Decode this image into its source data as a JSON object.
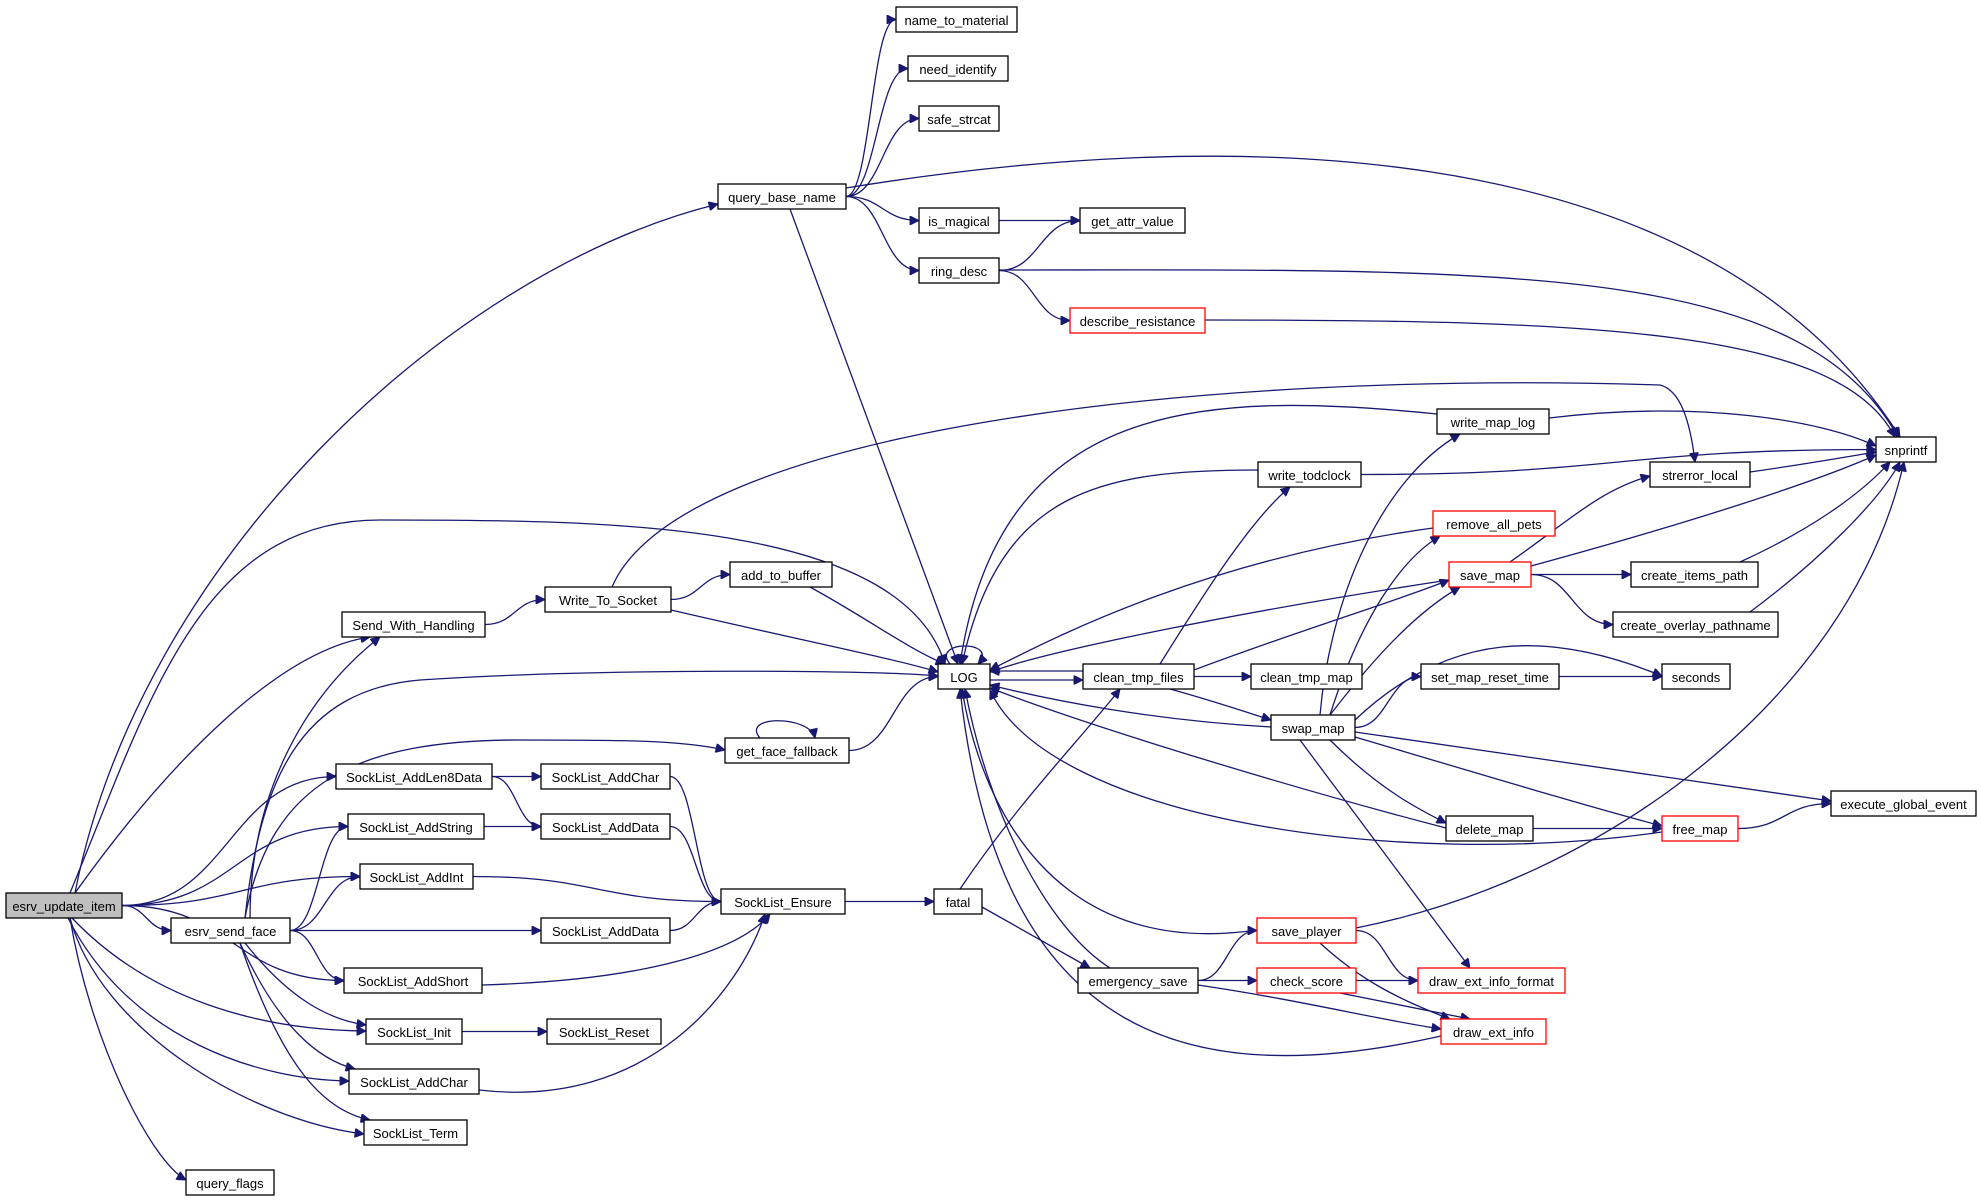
{
  "diagram": {
    "type": "call-graph",
    "root": "esrv_update_item",
    "colors": {
      "edge": "#191970",
      "node_border": "#000000",
      "truncated_border": "#ff0000",
      "root_fill": "#bfbfbf",
      "node_fill": "#ffffff"
    },
    "nodes": [
      {
        "id": "esrv_update_item",
        "label": "esrv_update_item",
        "root": true,
        "truncated": false
      },
      {
        "id": "query_base_name",
        "label": "query_base_name",
        "truncated": false
      },
      {
        "id": "name_to_material",
        "label": "name_to_material",
        "truncated": false
      },
      {
        "id": "need_identify",
        "label": "need_identify",
        "truncated": false
      },
      {
        "id": "safe_strcat",
        "label": "safe_strcat",
        "truncated": false
      },
      {
        "id": "is_magical",
        "label": "is_magical",
        "truncated": false
      },
      {
        "id": "get_attr_value",
        "label": "get_attr_value",
        "truncated": false
      },
      {
        "id": "ring_desc",
        "label": "ring_desc",
        "truncated": false
      },
      {
        "id": "describe_resistance",
        "label": "describe_resistance",
        "truncated": true
      },
      {
        "id": "snprintf",
        "label": "snprintf",
        "truncated": false
      },
      {
        "id": "write_map_log",
        "label": "write_map_log",
        "truncated": false
      },
      {
        "id": "write_todclock",
        "label": "write_todclock",
        "truncated": false
      },
      {
        "id": "strerror_local",
        "label": "strerror_local",
        "truncated": false
      },
      {
        "id": "remove_all_pets",
        "label": "remove_all_pets",
        "truncated": true
      },
      {
        "id": "save_map",
        "label": "save_map",
        "truncated": true
      },
      {
        "id": "create_items_path",
        "label": "create_items_path",
        "truncated": false
      },
      {
        "id": "create_overlay_pathname",
        "label": "create_overlay_pathname",
        "truncated": false
      },
      {
        "id": "Send_With_Handling",
        "label": "Send_With_Handling",
        "truncated": false
      },
      {
        "id": "Write_To_Socket",
        "label": "Write_To_Socket",
        "truncated": false
      },
      {
        "id": "add_to_buffer",
        "label": "add_to_buffer",
        "truncated": false
      },
      {
        "id": "LOG",
        "label": "LOG",
        "truncated": false
      },
      {
        "id": "clean_tmp_files",
        "label": "clean_tmp_files",
        "truncated": false
      },
      {
        "id": "clean_tmp_map",
        "label": "clean_tmp_map",
        "truncated": false
      },
      {
        "id": "set_map_reset_time",
        "label": "set_map_reset_time",
        "truncated": false
      },
      {
        "id": "seconds",
        "label": "seconds",
        "truncated": false
      },
      {
        "id": "swap_map",
        "label": "swap_map",
        "truncated": false
      },
      {
        "id": "get_face_fallback",
        "label": "get_face_fallback",
        "truncated": false
      },
      {
        "id": "SockList_AddLen8Data",
        "label": "SockList_AddLen8Data",
        "truncated": false
      },
      {
        "id": "SockList_AddChar_2",
        "label": "SockList_AddChar",
        "truncated": false
      },
      {
        "id": "SockList_AddString",
        "label": "SockList_AddString",
        "truncated": false
      },
      {
        "id": "SockList_AddData_1",
        "label": "SockList_AddData",
        "truncated": false
      },
      {
        "id": "SockList_AddInt",
        "label": "SockList_AddInt",
        "truncated": false
      },
      {
        "id": "SockList_Ensure",
        "label": "SockList_Ensure",
        "truncated": false
      },
      {
        "id": "fatal",
        "label": "fatal",
        "truncated": false
      },
      {
        "id": "esrv_send_face",
        "label": "esrv_send_face",
        "truncated": false
      },
      {
        "id": "SockList_AddData_2",
        "label": "SockList_AddData",
        "truncated": false
      },
      {
        "id": "SockList_AddShort",
        "label": "SockList_AddShort",
        "truncated": false
      },
      {
        "id": "SockList_Init",
        "label": "SockList_Init",
        "truncated": false
      },
      {
        "id": "SockList_Reset",
        "label": "SockList_Reset",
        "truncated": false
      },
      {
        "id": "SockList_AddChar",
        "label": "SockList_AddChar",
        "truncated": false
      },
      {
        "id": "SockList_Term",
        "label": "SockList_Term",
        "truncated": false
      },
      {
        "id": "query_flags",
        "label": "query_flags",
        "truncated": false
      },
      {
        "id": "emergency_save",
        "label": "emergency_save",
        "truncated": false
      },
      {
        "id": "save_player",
        "label": "save_player",
        "truncated": true
      },
      {
        "id": "check_score",
        "label": "check_score",
        "truncated": true
      },
      {
        "id": "draw_ext_info_format",
        "label": "draw_ext_info_format",
        "truncated": true
      },
      {
        "id": "draw_ext_info",
        "label": "draw_ext_info",
        "truncated": true
      },
      {
        "id": "delete_map",
        "label": "delete_map",
        "truncated": false
      },
      {
        "id": "free_map",
        "label": "free_map",
        "truncated": true
      },
      {
        "id": "execute_global_event",
        "label": "execute_global_event",
        "truncated": false
      }
    ],
    "edges": [
      {
        "from": "esrv_update_item",
        "to": "query_base_name"
      },
      {
        "from": "esrv_update_item",
        "to": "LOG"
      },
      {
        "from": "esrv_update_item",
        "to": "Send_With_Handling"
      },
      {
        "from": "esrv_update_item",
        "to": "SockList_AddLen8Data"
      },
      {
        "from": "esrv_update_item",
        "to": "SockList_AddString"
      },
      {
        "from": "esrv_update_item",
        "to": "SockList_AddInt"
      },
      {
        "from": "esrv_update_item",
        "to": "esrv_send_face"
      },
      {
        "from": "esrv_update_item",
        "to": "SockList_AddShort"
      },
      {
        "from": "esrv_update_item",
        "to": "SockList_Init"
      },
      {
        "from": "esrv_update_item",
        "to": "SockList_AddChar"
      },
      {
        "from": "esrv_update_item",
        "to": "SockList_Term"
      },
      {
        "from": "esrv_update_item",
        "to": "query_flags"
      },
      {
        "from": "query_base_name",
        "to": "name_to_material"
      },
      {
        "from": "query_base_name",
        "to": "need_identify"
      },
      {
        "from": "query_base_name",
        "to": "safe_strcat"
      },
      {
        "from": "query_base_name",
        "to": "snprintf"
      },
      {
        "from": "query_base_name",
        "to": "is_magical"
      },
      {
        "from": "query_base_name",
        "to": "ring_desc"
      },
      {
        "from": "query_base_name",
        "to": "LOG"
      },
      {
        "from": "is_magical",
        "to": "get_attr_value"
      },
      {
        "from": "ring_desc",
        "to": "get_attr_value"
      },
      {
        "from": "ring_desc",
        "to": "snprintf"
      },
      {
        "from": "ring_desc",
        "to": "describe_resistance"
      },
      {
        "from": "describe_resistance",
        "to": "snprintf"
      },
      {
        "from": "write_map_log",
        "to": "snprintf"
      },
      {
        "from": "write_map_log",
        "to": "LOG"
      },
      {
        "from": "write_todclock",
        "to": "snprintf"
      },
      {
        "from": "write_todclock",
        "to": "LOG"
      },
      {
        "from": "strerror_local",
        "to": "snprintf"
      },
      {
        "from": "save_map",
        "to": "strerror_local"
      },
      {
        "from": "save_map",
        "to": "snprintf"
      },
      {
        "from": "save_map",
        "to": "create_items_path"
      },
      {
        "from": "save_map",
        "to": "create_overlay_pathname"
      },
      {
        "from": "save_map",
        "to": "LOG"
      },
      {
        "from": "create_items_path",
        "to": "snprintf"
      },
      {
        "from": "create_overlay_pathname",
        "to": "snprintf"
      },
      {
        "from": "remove_all_pets",
        "to": "LOG"
      },
      {
        "from": "Send_With_Handling",
        "to": "Write_To_Socket"
      },
      {
        "from": "Write_To_Socket",
        "to": "strerror_local"
      },
      {
        "from": "Write_To_Socket",
        "to": "add_to_buffer"
      },
      {
        "from": "Write_To_Socket",
        "to": "LOG"
      },
      {
        "from": "add_to_buffer",
        "to": "LOG"
      },
      {
        "from": "LOG",
        "to": "LOG"
      },
      {
        "from": "LOG",
        "to": "clean_tmp_files"
      },
      {
        "from": "clean_tmp_files",
        "to": "LOG"
      },
      {
        "from": "clean_tmp_files",
        "to": "write_todclock"
      },
      {
        "from": "clean_tmp_files",
        "to": "save_map"
      },
      {
        "from": "clean_tmp_files",
        "to": "clean_tmp_map"
      },
      {
        "from": "clean_tmp_files",
        "to": "swap_map"
      },
      {
        "from": "swap_map",
        "to": "LOG"
      },
      {
        "from": "swap_map",
        "to": "write_map_log"
      },
      {
        "from": "swap_map",
        "to": "remove_all_pets"
      },
      {
        "from": "swap_map",
        "to": "save_map"
      },
      {
        "from": "swap_map",
        "to": "set_map_reset_time"
      },
      {
        "from": "swap_map",
        "to": "seconds"
      },
      {
        "from": "swap_map",
        "to": "delete_map"
      },
      {
        "from": "swap_map",
        "to": "free_map"
      },
      {
        "from": "swap_map",
        "to": "execute_global_event"
      },
      {
        "from": "swap_map",
        "to": "draw_ext_info_format"
      },
      {
        "from": "set_map_reset_time",
        "to": "seconds"
      },
      {
        "from": "delete_map",
        "to": "LOG"
      },
      {
        "from": "delete_map",
        "to": "free_map"
      },
      {
        "from": "free_map",
        "to": "LOG"
      },
      {
        "from": "free_map",
        "to": "execute_global_event"
      },
      {
        "from": "get_face_fallback",
        "to": "get_face_fallback"
      },
      {
        "from": "get_face_fallback",
        "to": "LOG"
      },
      {
        "from": "SockList_AddLen8Data",
        "to": "SockList_AddChar_2"
      },
      {
        "from": "SockList_AddLen8Data",
        "to": "SockList_AddData_1"
      },
      {
        "from": "SockList_AddChar_2",
        "to": "SockList_Ensure"
      },
      {
        "from": "SockList_AddString",
        "to": "SockList_AddData_1"
      },
      {
        "from": "SockList_AddData_1",
        "to": "SockList_Ensure"
      },
      {
        "from": "SockList_AddInt",
        "to": "SockList_Ensure"
      },
      {
        "from": "SockList_Ensure",
        "to": "fatal"
      },
      {
        "from": "fatal",
        "to": "clean_tmp_files"
      },
      {
        "from": "fatal",
        "to": "emergency_save"
      },
      {
        "from": "esrv_send_face",
        "to": "Send_With_Handling"
      },
      {
        "from": "esrv_send_face",
        "to": "LOG"
      },
      {
        "from": "esrv_send_face",
        "to": "get_face_fallback"
      },
      {
        "from": "esrv_send_face",
        "to": "SockList_AddString"
      },
      {
        "from": "esrv_send_face",
        "to": "SockList_AddInt"
      },
      {
        "from": "esrv_send_face",
        "to": "SockList_AddData_2"
      },
      {
        "from": "esrv_send_face",
        "to": "SockList_AddShort"
      },
      {
        "from": "esrv_send_face",
        "to": "SockList_Init"
      },
      {
        "from": "esrv_send_face",
        "to": "SockList_AddChar"
      },
      {
        "from": "esrv_send_face",
        "to": "SockList_Term"
      },
      {
        "from": "SockList_AddData_2",
        "to": "SockList_Ensure"
      },
      {
        "from": "SockList_AddShort",
        "to": "SockList_Ensure"
      },
      {
        "from": "SockList_Init",
        "to": "SockList_Reset"
      },
      {
        "from": "SockList_AddChar",
        "to": "SockList_Ensure"
      },
      {
        "from": "emergency_save",
        "to": "LOG"
      },
      {
        "from": "emergency_save",
        "to": "save_player"
      },
      {
        "from": "emergency_save",
        "to": "check_score"
      },
      {
        "from": "emergency_save",
        "to": "draw_ext_info"
      },
      {
        "from": "save_player",
        "to": "LOG"
      },
      {
        "from": "save_player",
        "to": "snprintf"
      },
      {
        "from": "save_player",
        "to": "draw_ext_info_format"
      },
      {
        "from": "save_player",
        "to": "draw_ext_info"
      },
      {
        "from": "check_score",
        "to": "draw_ext_info_format"
      },
      {
        "from": "check_score",
        "to": "draw_ext_info"
      },
      {
        "from": "draw_ext_info",
        "to": "LOG"
      }
    ]
  }
}
